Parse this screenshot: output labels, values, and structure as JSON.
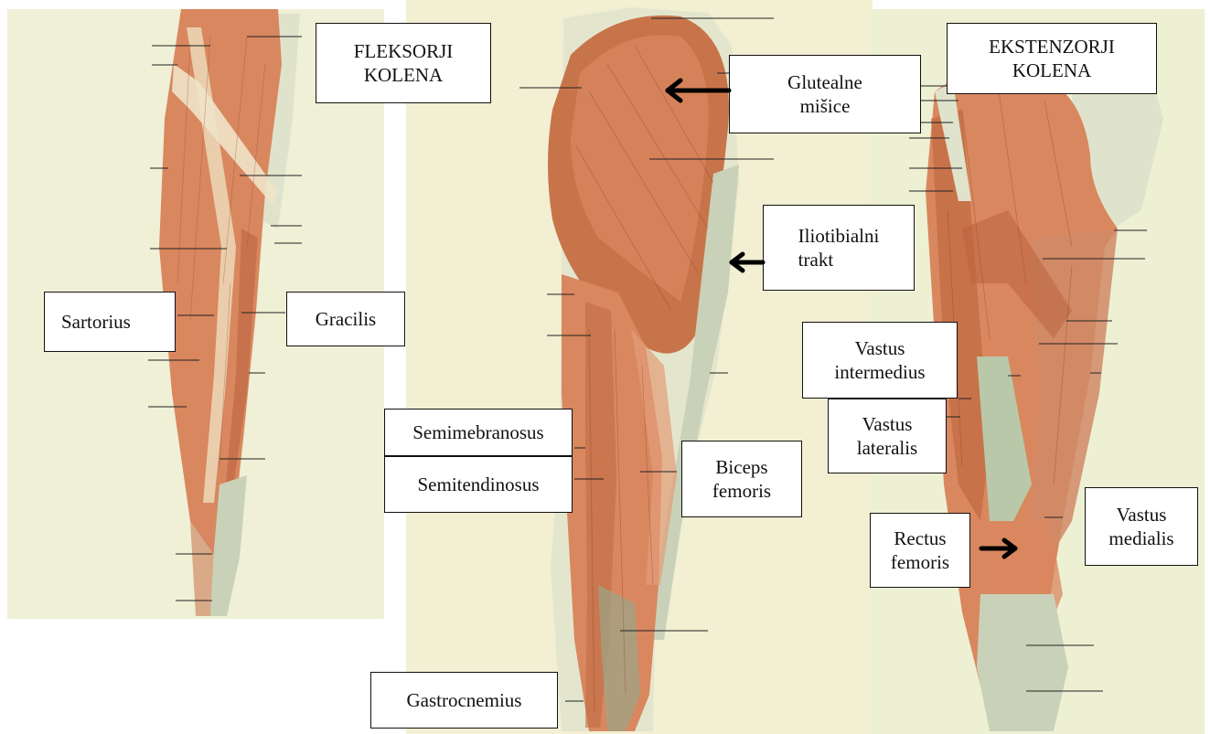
{
  "groups": {
    "flexors": [
      "FLEKSORJI",
      "KOLENA"
    ],
    "extensors": [
      "EKSTENZORJI",
      "KOLENA"
    ]
  },
  "labels": {
    "sartorius": [
      "Sartorius"
    ],
    "gracilis": [
      "Gracilis"
    ],
    "gluteal": [
      "Glutealne",
      "mišice"
    ],
    "iliotibial": [
      "Iliotibialni",
      "trakt"
    ],
    "semimembranosus": [
      "Semimebranosus"
    ],
    "semitendinosus": [
      "Semitendinosus"
    ],
    "biceps": [
      "Biceps",
      "femoris"
    ],
    "gastrocnemius": [
      "Gastrocnemius"
    ],
    "vastus_intermedius": [
      "Vastus",
      "intermedius"
    ],
    "vastus_lateralis": [
      "Vastus",
      "lateralis"
    ],
    "rectus_femoris": [
      "Rectus",
      "femoris"
    ],
    "vastus_medialis": [
      "Vastus",
      "medialis"
    ]
  },
  "colors": {
    "page": "#ffffff",
    "plate_background": "#f0eed2",
    "muscle": "#d9875f",
    "muscle_dark": "#b8603c",
    "tendon": "#c9d2b8",
    "arrow": "#000000"
  }
}
